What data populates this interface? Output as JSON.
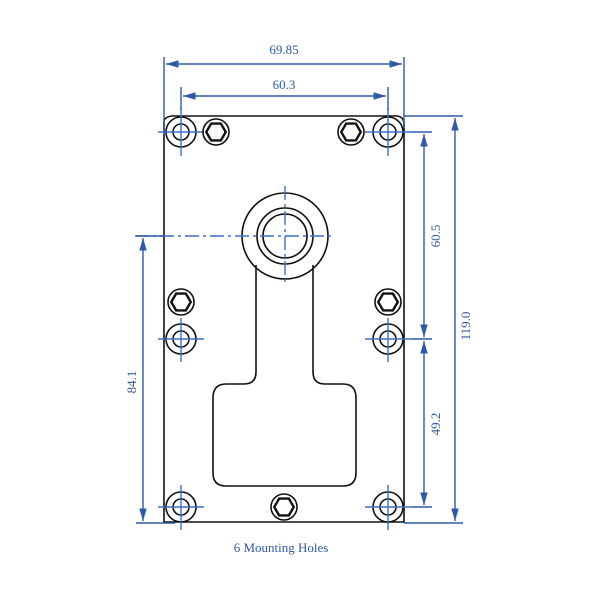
{
  "drawing": {
    "caption": "6 Mounting Holes",
    "colors": {
      "dimension": "#2e5aa8",
      "outline": "#111111",
      "background": "#ffffff"
    },
    "dimensions": {
      "overall_width": "69.85",
      "hole_spacing_width": "60.3",
      "overall_height": "119.0",
      "upper_hole_spacing": "60.5",
      "lower_hole_spacing": "49.2",
      "left_height_to_boss": "84.1"
    },
    "features": {
      "mounting_holes": 6,
      "hex_bolts": 5,
      "output_boss": 1
    }
  }
}
